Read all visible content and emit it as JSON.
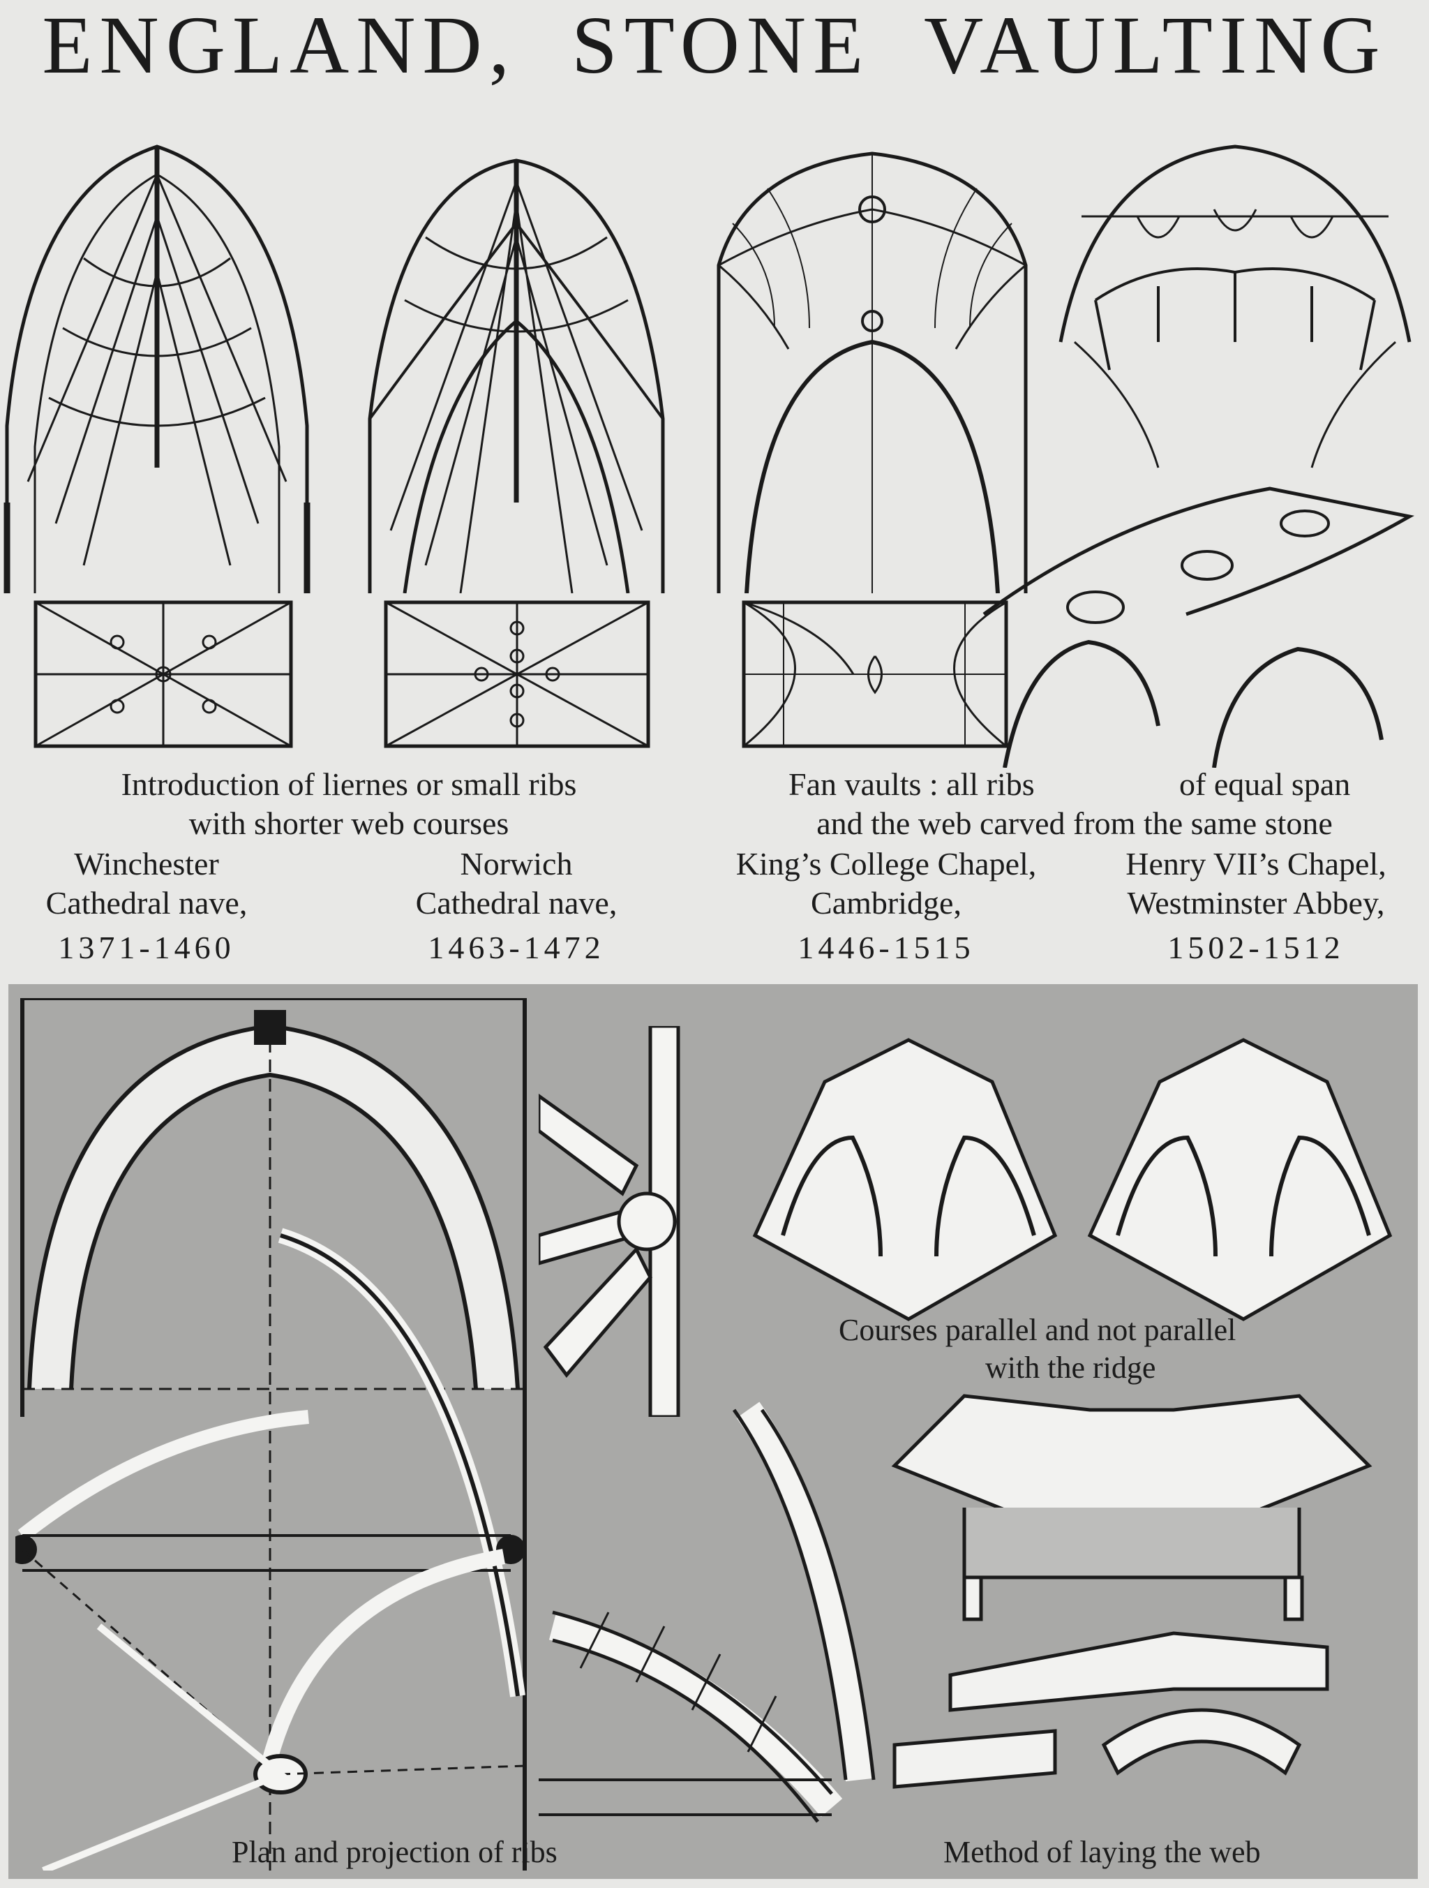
{
  "title": "ENGLAND,  STONE  VAULTING",
  "top": {
    "caption_liernes_1": "Introduction of liernes or small ribs",
    "caption_liernes_2": "with shorter  web courses",
    "caption_fan_1": "Fan vaults : all  ribs",
    "caption_fan_1b": "of equal span",
    "caption_fan_2": "and the web carved from the same  stone",
    "vaults": [
      {
        "name": "Winchester",
        "detail": "Cathedral  nave,",
        "dates": "1371-1460"
      },
      {
        "name": "Norwich",
        "detail": "Cathedral  nave,",
        "dates": "1463-1472"
      },
      {
        "name": "King’s College Chapel,",
        "detail": "Cambridge,",
        "dates": "1446-1515"
      },
      {
        "name": "Henry VII’s Chapel,",
        "detail": "Westminster Abbey,",
        "dates": "1502-1512"
      }
    ]
  },
  "bottom": {
    "caption_courses_1": "Courses parallel and not parallel",
    "caption_courses_2": "with the ridge",
    "caption_plan": "Plan and projection of ribs",
    "caption_method": "Method of laying the web"
  },
  "colors": {
    "paper": "#e8e8e6",
    "panel": "#a9a9a7",
    "ink": "#1a1a1a"
  }
}
